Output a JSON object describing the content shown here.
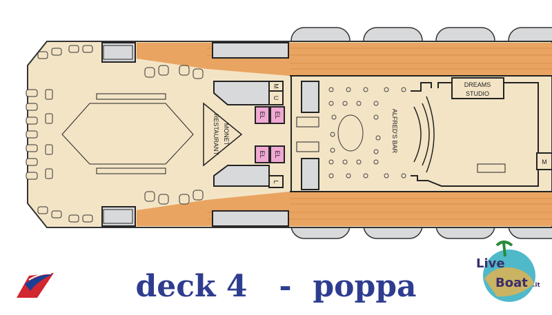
{
  "title": "deck 4   -  poppa",
  "labels": {
    "monet": [
      "MONET",
      "RESTAURANT"
    ],
    "alfreds_bar": "ALFRED'S BAR",
    "dreams_studio": [
      "DREAMS",
      "STUDIO"
    ],
    "elevator": "EL",
    "m": "M",
    "u": "U",
    "l": "L"
  },
  "logo": {
    "text": "LiveBoat.it"
  },
  "colors": {
    "floor": "#f3e4c6",
    "deck": "#e9a461",
    "lifeboat": "#d6d8db",
    "elevator": "#f0a9d3",
    "title": "#2e3d8f"
  }
}
